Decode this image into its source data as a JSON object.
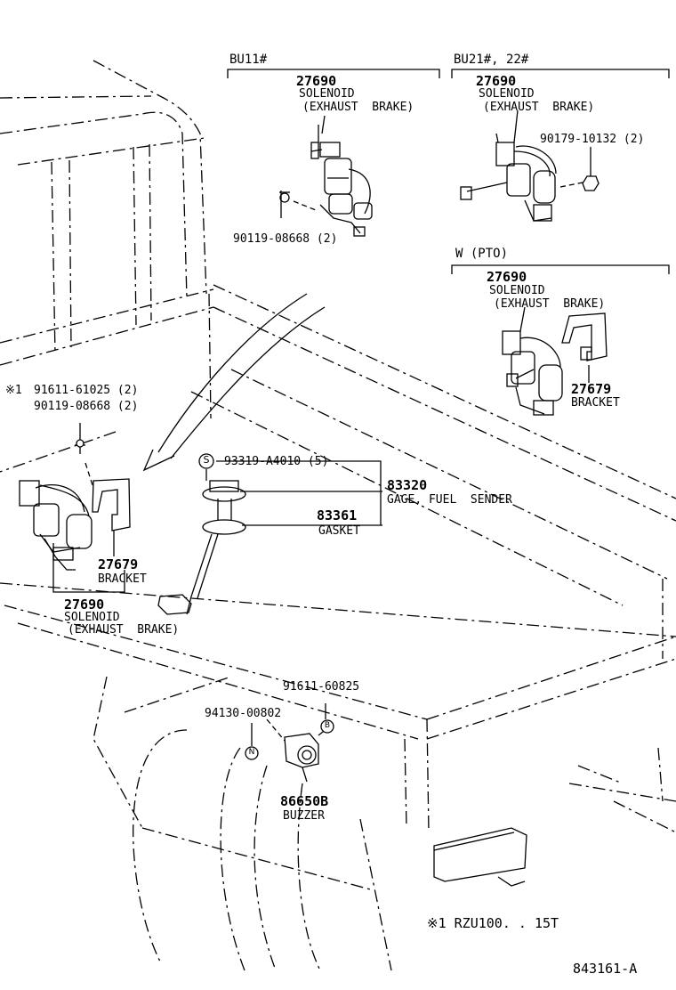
{
  "groups": {
    "bu11": "BU11#",
    "bu21": "BU21#, 22#",
    "wpto": "W (PTO)"
  },
  "parts": {
    "p27690_bu11": {
      "number": "27690",
      "name": "SOLENOID",
      "sub": "(EXHAUST  BRAKE)"
    },
    "p27690_bu21": {
      "number": "27690",
      "name": "SOLENOID",
      "sub": "(EXHAUST  BRAKE)"
    },
    "p27690_pto": {
      "number": "27690",
      "name": "SOLENOID",
      "sub": "(EXHAUST  BRAKE)"
    },
    "p27690_main": {
      "number": "27690",
      "name": "SOLENOID",
      "sub": "(EXHAUST  BRAKE)"
    },
    "p27679_pto": {
      "number": "27679",
      "name": "BRACKET"
    },
    "p27679_main": {
      "number": "27679",
      "name": "BRACKET"
    },
    "p83320": {
      "number": "83320",
      "name": "GAGE, FUEL  SENDER"
    },
    "p83361": {
      "number": "83361",
      "name": "GASKET"
    },
    "p86650b": {
      "number": "86650B",
      "name": "BUZZER"
    }
  },
  "fasteners": {
    "f90119_bu11": "90119-08668 (2)",
    "f90179": "90179-10132 (2)",
    "f91611_main": "91611-61025 (2)",
    "f90119_main": "90119-08668 (2)",
    "f93319": "93319-A4010 (5)",
    "f91611_buzzer": "91611-60825",
    "f94130": "94130-00802"
  },
  "markers": {
    "s": "S",
    "b": "B",
    "n": "N",
    "asterisk_main": "※1",
    "asterisk_note": "※1 RZU100. . 15T"
  },
  "diagram_code": "843161-A"
}
